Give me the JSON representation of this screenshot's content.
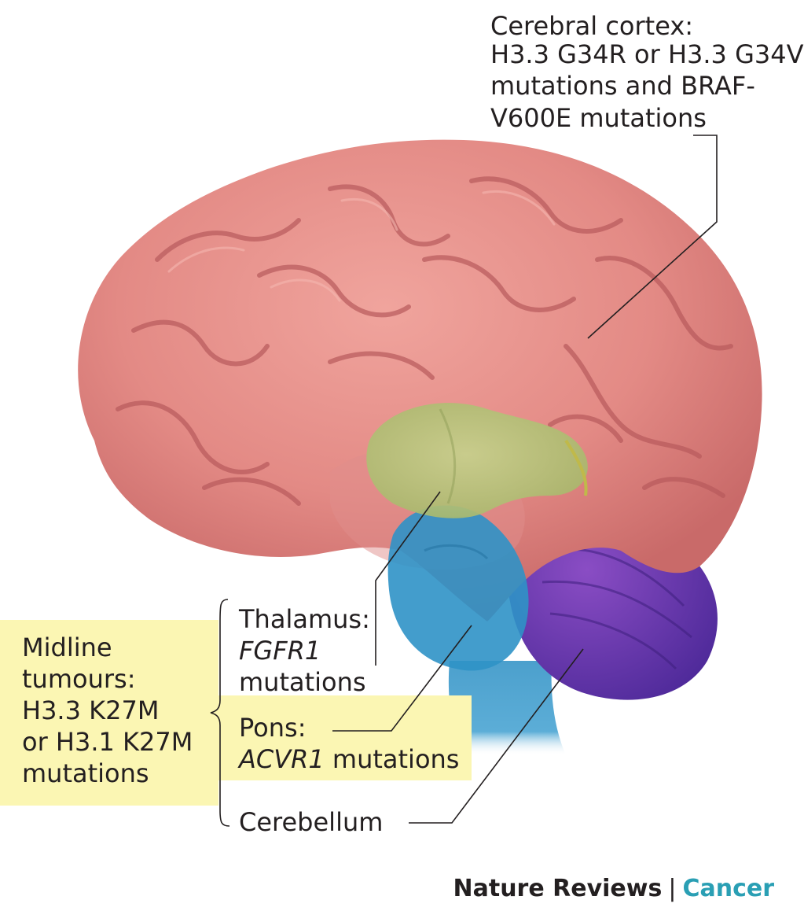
{
  "labels": {
    "cortex": {
      "line1": "Cerebral cortex:",
      "line2": "H3.3 G34R or H3.3 G34V",
      "line3": "mutations and BRAF-",
      "line4": "V600E mutations"
    },
    "midline": {
      "line1": "Midline",
      "line2": "tumours:",
      "line3": "H3.3 K27M",
      "line4": "or H3.1 K27M",
      "line5": "mutations"
    },
    "thalamus": {
      "title": "Thalamus:",
      "gene": "FGFR1",
      "suffix": "mutations"
    },
    "pons": {
      "title": "Pons:",
      "gene": "ACVR1",
      "suffix": " mutations"
    },
    "cerebellum": {
      "title": "Cerebellum"
    }
  },
  "footer": {
    "journal": "Nature Reviews",
    "separator": "|",
    "section": "Cancer"
  },
  "colors": {
    "cortex": "#e38a85",
    "cortex_dark": "#c45c5d",
    "thalamus": "#b6c478",
    "brainstem": "#2c8fc4",
    "cerebellum": "#6f3ab4",
    "highlight": "#fbf6b3",
    "footer_accent": "#2a9fb4"
  }
}
